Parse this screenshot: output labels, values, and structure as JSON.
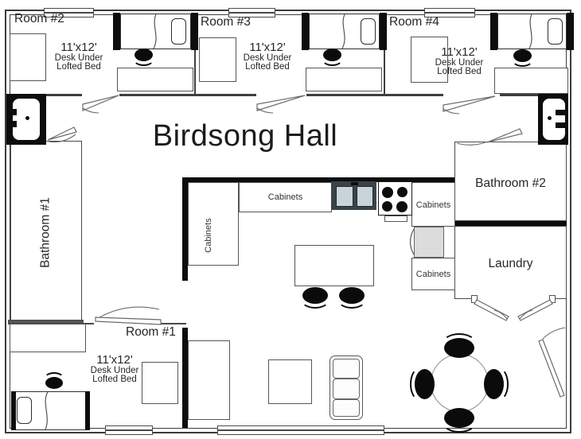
{
  "title": "Birdsong Hall",
  "rooms": [
    {
      "label": "Room #1",
      "size": "11'x12'",
      "desc_line1": "Desk Under",
      "desc_line2": "Lofted Bed"
    },
    {
      "label": "Room #2",
      "size": "11'x12'",
      "desc_line1": "Desk Under",
      "desc_line2": "Lofted Bed"
    },
    {
      "label": "Room #3",
      "size": "11'x12'",
      "desc_line1": "Desk Under",
      "desc_line2": "Lofted Bed"
    },
    {
      "label": "Room #4",
      "size": "11'x12'",
      "desc_line1": "Desk Under",
      "desc_line2": "Lofted Bed"
    }
  ],
  "areas": {
    "bathroom1": "Bathroom #1",
    "bathroom2": "Bathroom #2",
    "laundry": "Laundry",
    "cabinets": "Cabinets"
  }
}
